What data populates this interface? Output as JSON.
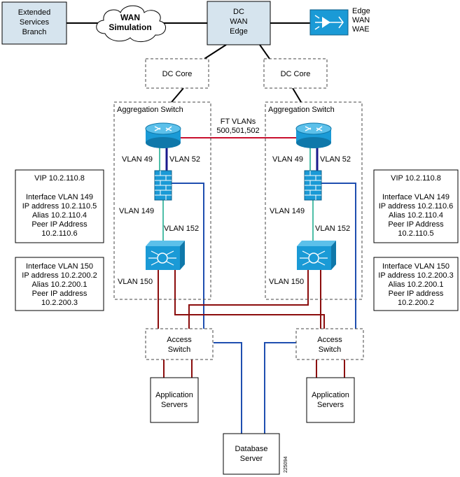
{
  "nodes": {
    "branch": [
      "Extended",
      "Services",
      "Branch"
    ],
    "wan": [
      "WAN",
      "Simulation"
    ],
    "dc_edge": [
      "DC",
      "WAN",
      "Edge"
    ],
    "edge_wae": [
      "Edge",
      "WAN",
      "WAE"
    ],
    "dc_core": "DC Core",
    "aggregation_switch": "Aggregation Switch",
    "ft_vlans": [
      "FT VLANs",
      "500,501,502"
    ],
    "access_switch": [
      "Access",
      "Switch"
    ],
    "app_servers": [
      "Application",
      "Servers"
    ],
    "db_server": [
      "Database",
      "Server"
    ],
    "figure_id": "225094"
  },
  "vlans": {
    "v49": "VLAN 49",
    "v52": "VLAN 52",
    "v149": "VLAN 149",
    "v152": "VLAN 152",
    "v150": "VLAN 150"
  },
  "left_info": {
    "vlan149": [
      "VIP 10.2.110.8",
      "",
      "Interface VLAN 149",
      "IP address 10.2.110.5",
      "Alias 10.2.110.4",
      "Peer IP Address",
      "10.2.110.6"
    ],
    "vlan150": [
      "Interface VLAN 150",
      "IP address 10.2.200.2",
      "Alias 10.2.200.1",
      "Peer IP address",
      "10.2.200.3"
    ]
  },
  "right_info": {
    "vlan149": [
      "VIP 10.2.110.8",
      "",
      "Interface VLAN 149",
      "IP address 10.2.110.6",
      "Alias 10.2.110.4",
      "Peer IP Address",
      "10.2.110.5"
    ],
    "vlan150": [
      "Interface VLAN 150",
      "IP address 10.2.200.3",
      "Alias 10.2.200.1",
      "Peer IP address",
      "10.2.200.2"
    ]
  },
  "colors": {
    "device_fill": "#1a9ad6",
    "box_fill": "#d6e4ee",
    "red_link": "#c8102e",
    "dark_red_link": "#8b0d0d",
    "blue_link": "#1f4fb0",
    "teal_link": "#4fbfa8"
  },
  "icons": [
    "router-icon",
    "firewall-icon",
    "load-balancer-icon",
    "wae-icon",
    "cloud-icon"
  ]
}
